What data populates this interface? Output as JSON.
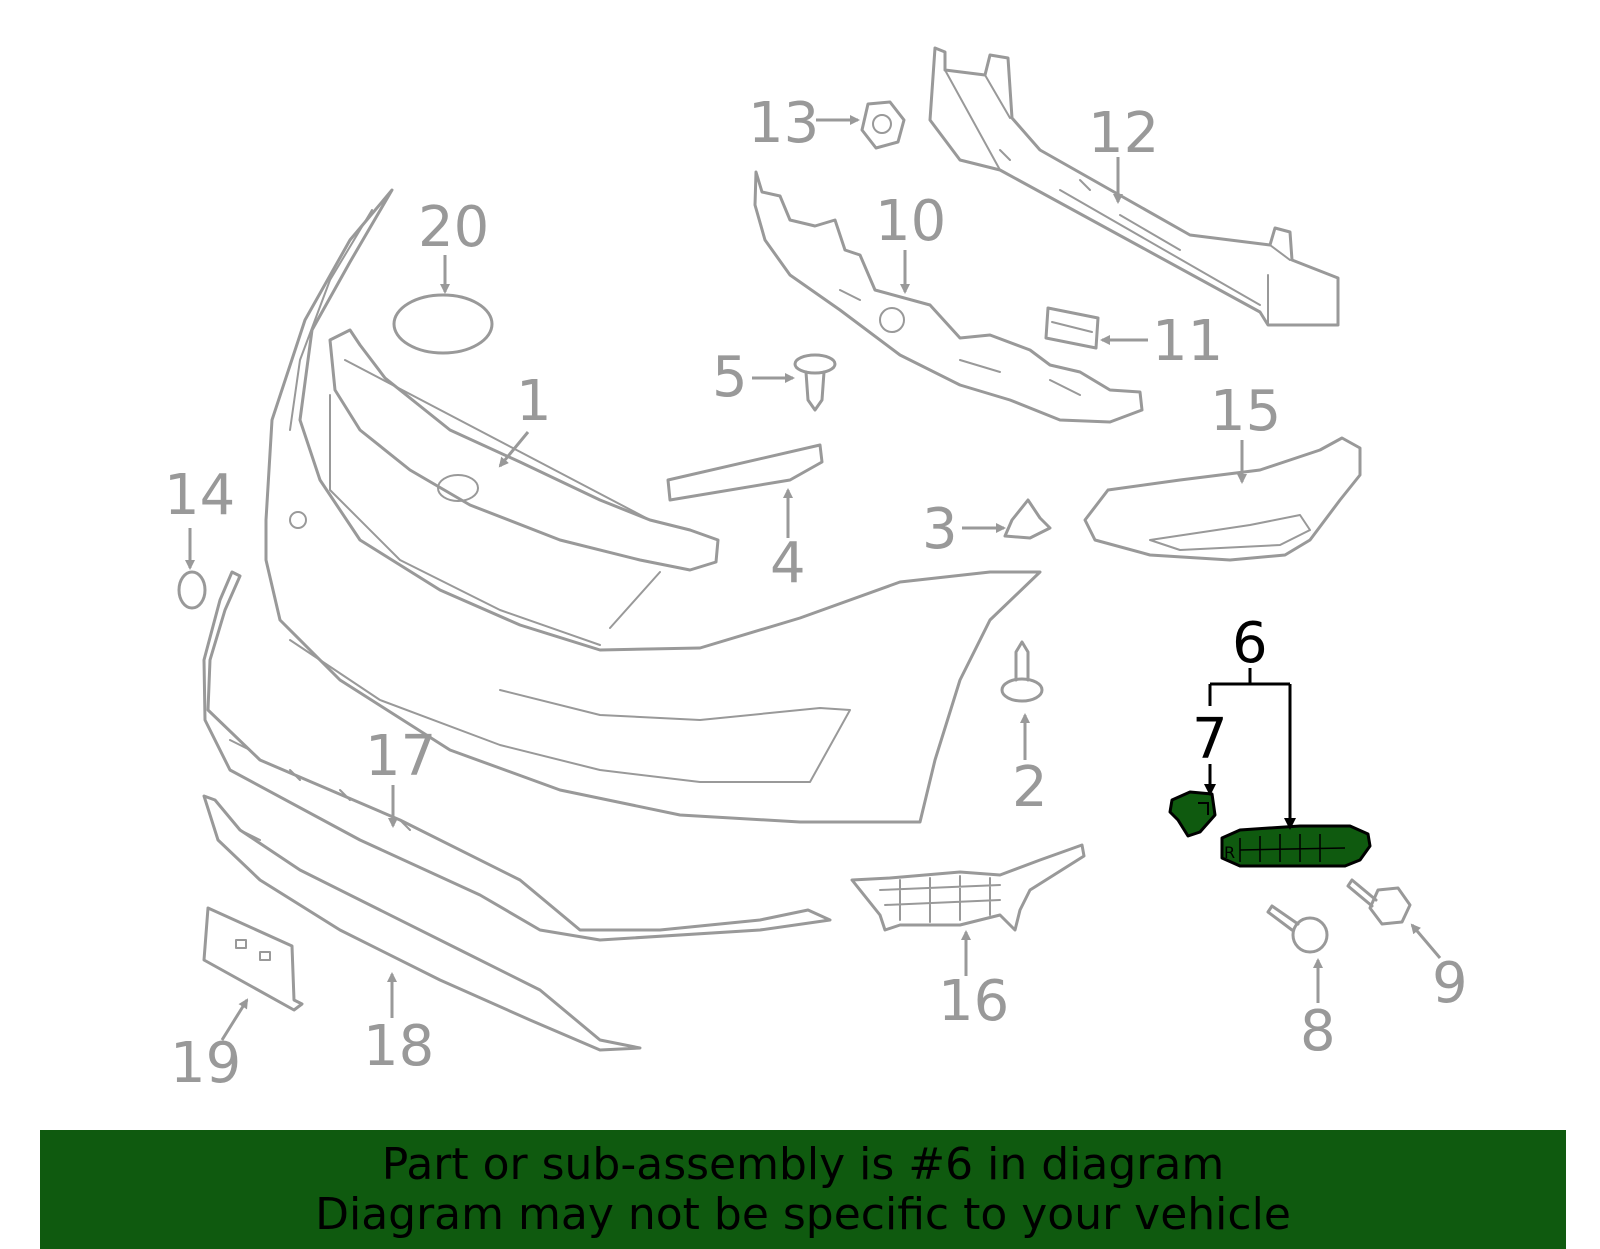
{
  "callouts": {
    "c1": "1",
    "c2": "2",
    "c3": "3",
    "c4": "4",
    "c5": "5",
    "c6": "6",
    "c7": "7",
    "c8": "8",
    "c9": "9",
    "c10": "10",
    "c11": "11",
    "c12": "12",
    "c13": "13",
    "c14": "14",
    "c15": "15",
    "c16": "16",
    "c17": "17",
    "c18": "18",
    "c19": "19",
    "c20": "20"
  },
  "highlight_color": "#0f5a0f",
  "banner": {
    "line1": "Part or sub-assembly is #6 in diagram",
    "line2": "Diagram may not be specific to your vehicle"
  }
}
